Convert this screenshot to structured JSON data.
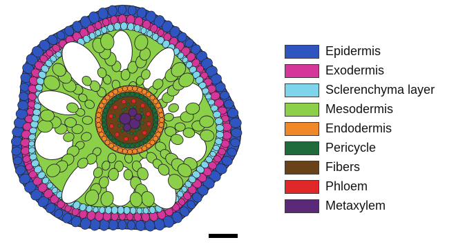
{
  "colors": {
    "epidermis": "#2f55c0",
    "exodermis": "#d4369a",
    "sclerenchyma": "#7ed4ea",
    "mesodermis": "#8cd04a",
    "endodermis": "#f0882a",
    "pericycle": "#1f6a3a",
    "fibers": "#6a4218",
    "phloem": "#e02828",
    "metaxylem": "#5a2a78",
    "outline": "#222222",
    "airspace": "#ffffff"
  },
  "legend": [
    {
      "label": "Epidermis",
      "color": "#2f55c0"
    },
    {
      "label": "Exodermis",
      "color": "#d4369a"
    },
    {
      "label": "Sclerenchyma layer",
      "color": "#7ed4ea"
    },
    {
      "label": "Mesodermis",
      "color": "#8cd04a"
    },
    {
      "label": "Endodermis",
      "color": "#f0882a"
    },
    {
      "label": "Pericycle",
      "color": "#1f6a3a"
    },
    {
      "label": "Fibers",
      "color": "#6a4218"
    },
    {
      "label": "Phloem",
      "color": "#e02828"
    },
    {
      "label": "Metaxylem",
      "color": "#5a2a78"
    }
  ],
  "scale_bar": {
    "label": ""
  }
}
